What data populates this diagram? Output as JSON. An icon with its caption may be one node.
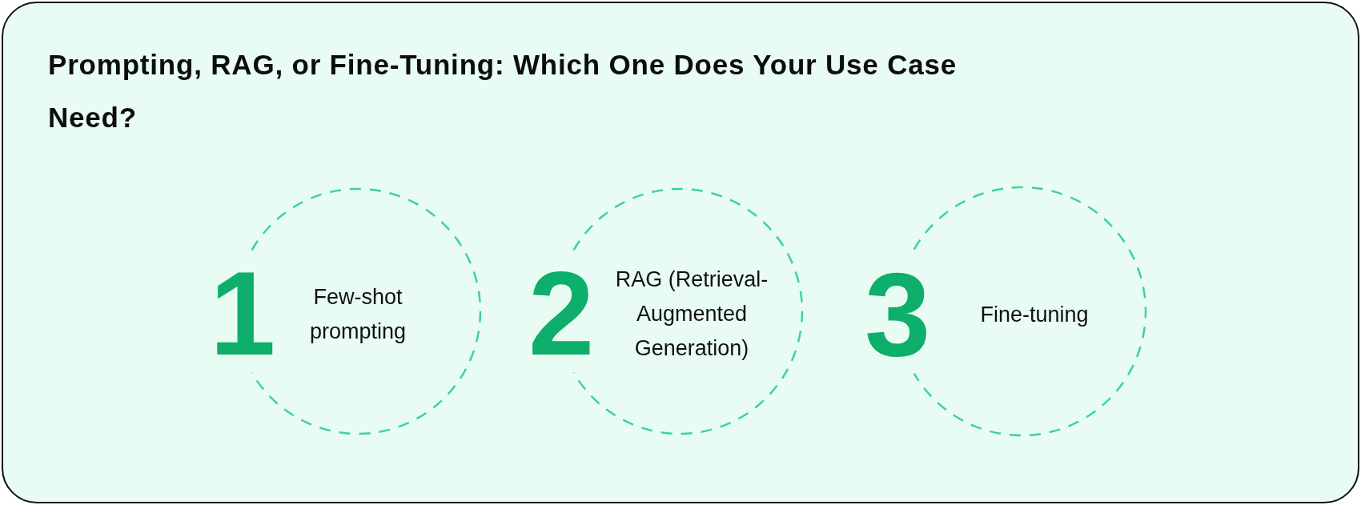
{
  "diagram": {
    "title": "Prompting, RAG, or Fine-Tuning: Which One Does Your Use Case Need?",
    "nodes": [
      {
        "text": [
          "1",
          "Few-shot prompting"
        ]
      },
      {
        "text": [
          "2",
          "RAG (Retrieval-Augmented Generation)"
        ]
      },
      {
        "text": [
          "3",
          "Fine-tuning"
        ]
      }
    ]
  }
}
